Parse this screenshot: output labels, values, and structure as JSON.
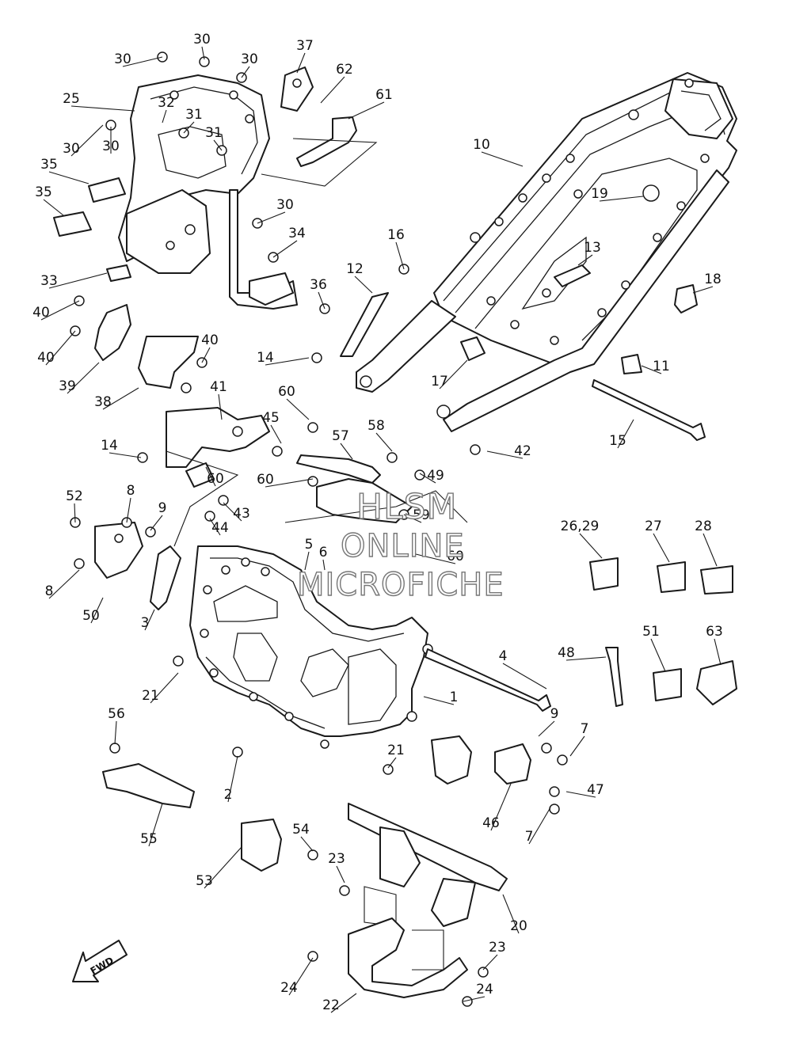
{
  "diagram": {
    "watermark": {
      "line1": "HLSM",
      "line2": "ONLINE",
      "line3": "MICROFICHE"
    },
    "fwd_label": "FWD",
    "callouts": [
      "30",
      "30",
      "30",
      "30",
      "37",
      "62",
      "61",
      "25",
      "32",
      "31",
      "31",
      "30",
      "35",
      "35",
      "30",
      "10",
      "34",
      "16",
      "12",
      "13",
      "19",
      "18",
      "33",
      "36",
      "40",
      "40",
      "40",
      "39",
      "38",
      "14",
      "17",
      "11",
      "15",
      "41",
      "60",
      "45",
      "57",
      "60",
      "58",
      "49",
      "14",
      "42",
      "60",
      "43",
      "44",
      "52",
      "8",
      "9",
      "59",
      "26,29",
      "27",
      "28",
      "5",
      "6",
      "60",
      "8",
      "50",
      "3",
      "4",
      "48",
      "51",
      "63",
      "1",
      "21",
      "9",
      "7",
      "56",
      "21",
      "47",
      "2",
      "46",
      "7",
      "55",
      "54",
      "23",
      "53",
      "20",
      "23",
      "24",
      "22",
      "24"
    ]
  }
}
